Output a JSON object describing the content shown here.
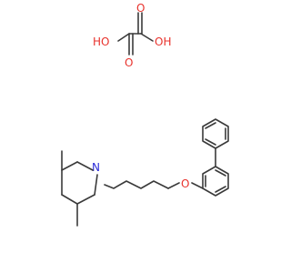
{
  "colors": {
    "bond": "#3a3a3a",
    "oxygen": "#e8322c",
    "nitrogen": "#2b2bd8",
    "background": "#ffffff"
  },
  "oxalic_acid": {
    "label_oh_left": "HO",
    "label_oh_right": "OH",
    "label_o_lower": "O",
    "label_o_upper": "O"
  },
  "main_molecule": {
    "label_nitrogen": "N",
    "label_ether_oxygen": "O"
  }
}
